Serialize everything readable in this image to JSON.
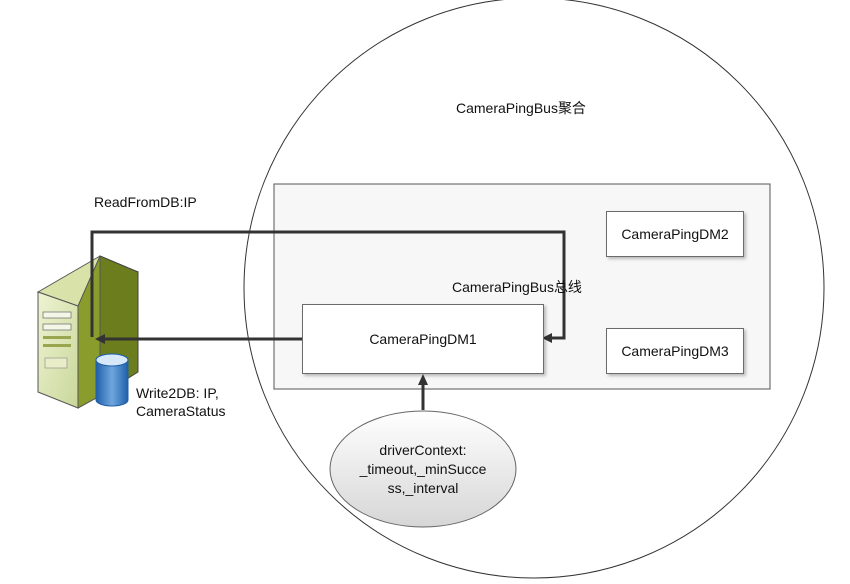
{
  "aggregate_label": "CameraPingBus聚合",
  "bus_label": "CameraPingBus总线",
  "read_label": "ReadFromDB:IP",
  "write_label_line1": "Write2DB: IP,",
  "write_label_line2": "CameraStatus",
  "dm1_label": "CameraPingDM1",
  "dm2_label": "CameraPingDM2",
  "dm3_label": "CameraPingDM3",
  "context_lines": [
    "driverContext:",
    "_timeout,_minSucce",
    "ss,_interval"
  ],
  "icons": {
    "server": "server-with-database-icon"
  }
}
